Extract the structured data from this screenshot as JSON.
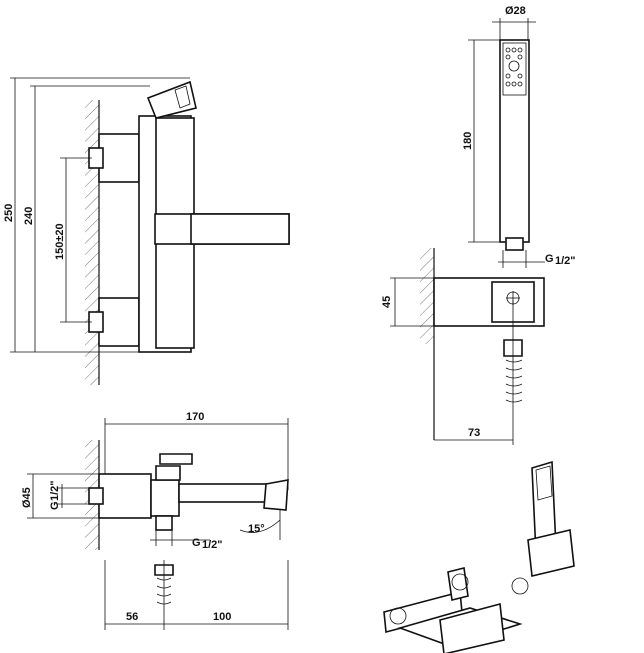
{
  "dimensions": {
    "top_diameter": "Ø28",
    "handshower_length": "180",
    "thread_right": "G",
    "thread_right_frac": "1/2\"",
    "bracket_height": "45",
    "bracket_offset": "73",
    "total_height": "250",
    "spout_height": "240",
    "centers": "150±20",
    "spout_length": "170",
    "escutcheon": "Ø45",
    "thread_left": "G",
    "thread_left_frac": "1/2\"",
    "thread_bottom": "G",
    "thread_bottom_frac": "1/2\"",
    "angle": "15°",
    "depth_a": "56",
    "depth_b": "100"
  }
}
